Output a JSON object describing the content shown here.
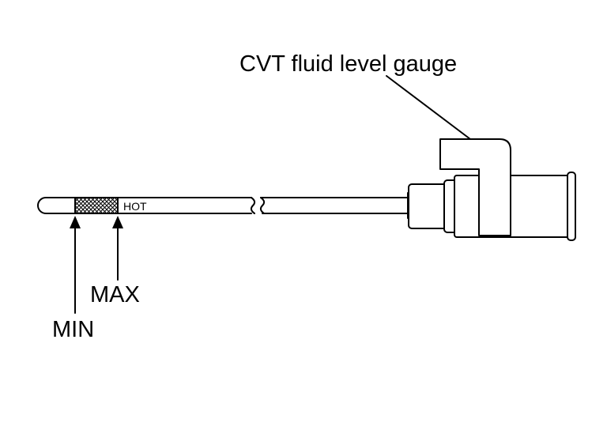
{
  "labels": {
    "gauge": "CVT fluid level gauge",
    "hot": "HOT",
    "max": "MAX",
    "min": "MIN"
  },
  "colors": {
    "line": "#000000",
    "background": "#ffffff"
  }
}
